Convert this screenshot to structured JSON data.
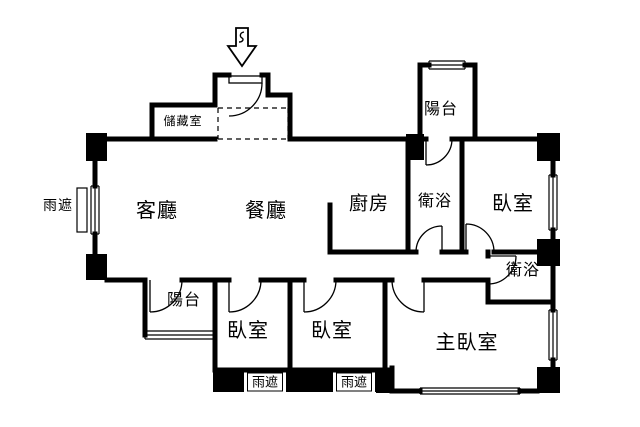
{
  "canvas": {
    "background": "#ffffff",
    "wall_color": "#000000"
  },
  "rooms": {
    "storage": {
      "label": "儲藏室"
    },
    "living": {
      "label": "客廳"
    },
    "dining": {
      "label": "餐廳"
    },
    "kitchen": {
      "label": "廚房"
    },
    "bath_top": {
      "label": "衛浴"
    },
    "bedroom_top_right": {
      "label": "臥室"
    },
    "bath_mid": {
      "label": "衛浴"
    },
    "balcony_top": {
      "label": "陽台"
    },
    "balcony_bottom": {
      "label": "陽台"
    },
    "bedroom_bottom_1": {
      "label": "臥室"
    },
    "bedroom_bottom_2": {
      "label": "臥室"
    },
    "master_bedroom": {
      "label": "主臥室"
    }
  },
  "annotations": {
    "canopy_left": {
      "label": "雨遮"
    },
    "canopy_bottom_1": {
      "label": "雨遮"
    },
    "canopy_bottom_2": {
      "label": "雨遮"
    }
  }
}
